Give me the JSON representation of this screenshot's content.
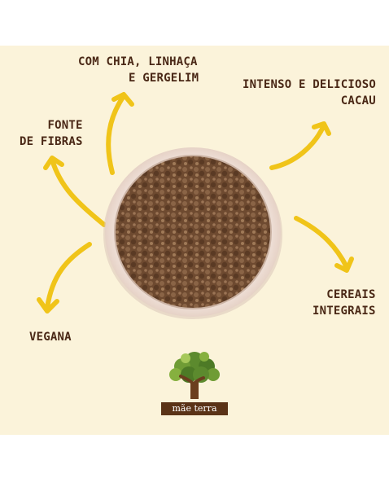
{
  "features": [
    {
      "line1": "COM CHIA, LINHAÇA",
      "line2": "E GERGELIM"
    },
    {
      "line1": "INTENSO E DELICIOSO",
      "line2": "CACAU"
    },
    {
      "line1": "FONTE",
      "line2": "DE FIBRAS"
    },
    {
      "line1": "CEREAIS",
      "line2": "INTEGRAIS"
    },
    {
      "line1": "VEGANA"
    }
  ],
  "brand": {
    "name": "mãe terra"
  },
  "colors": {
    "background": "#fbf3da",
    "text": "#4a2816",
    "arrow": "#f0c419",
    "bowl": "#f3e6df",
    "granola": "#7a5336"
  },
  "icons": [
    "tree-icon",
    "granola-bowl-image"
  ]
}
